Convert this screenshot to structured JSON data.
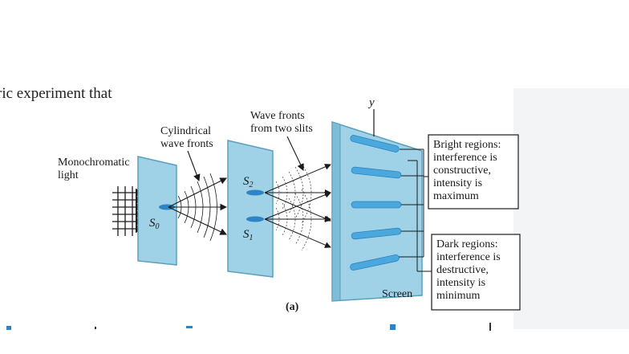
{
  "page_fragment": "ric experiment that",
  "labels": {
    "monochromatic_light": [
      "Monochromatic",
      "light"
    ],
    "cylindrical_wave_fronts": [
      "Cylindrical",
      "wave fronts"
    ],
    "wave_fronts_two_slits": [
      "Wave fronts",
      "from two slits"
    ],
    "y_axis": "y",
    "s0": "S",
    "s0_sub": "0",
    "s1": "S",
    "s1_sub": "1",
    "s2": "S",
    "s2_sub": "2",
    "screen": "Screen",
    "caption": "(a)"
  },
  "bright_box": [
    "Bright regions:",
    "interference is",
    "constructive,",
    "intensity is",
    "maximum"
  ],
  "dark_box": [
    "Dark regions:",
    "interference is",
    "destructive,",
    "intensity is",
    "minimum"
  ],
  "colors": {
    "panel": "#9fd2e6",
    "panel_edge": "#5b9fbf",
    "slit": "#2c84c6",
    "band": "#4aa8dc",
    "ink": "#1a1a1a",
    "shading": "#eef1f3"
  }
}
